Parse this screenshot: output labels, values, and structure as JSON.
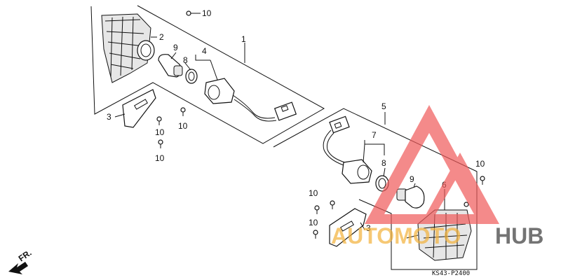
{
  "diagram": {
    "part_labels": {
      "p1": "1",
      "p2": "2",
      "p3a": "3",
      "p3b": "3",
      "p4": "4",
      "p5": "5",
      "p6": "6",
      "p7": "7",
      "p8a": "8",
      "p8b": "8",
      "p9a": "9",
      "p9b": "9",
      "p10a": "10",
      "p10b": "10",
      "p10c": "10",
      "p10d": "10",
      "p10e": "10",
      "p10f": "10",
      "p10g": "10"
    },
    "direction_label": "FR.",
    "drawing_ref": "KS43-P2400"
  },
  "watermark": {
    "text_part1": "AUTOMOTO",
    "text_part2": "HUB",
    "color_primary": "#f05a5a",
    "color_secondary": "#f3b23a",
    "color_text2": "#3a3a3a"
  }
}
